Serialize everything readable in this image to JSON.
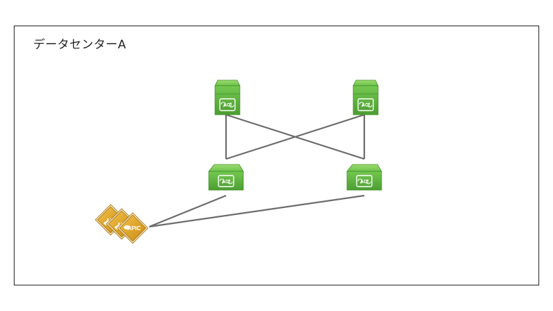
{
  "diagram": {
    "title": "データセンターA",
    "spine_icon_label": "ACI",
    "leaf_icon_label": "ACI",
    "controller_labels": [
      "APIC",
      "APIC",
      "APIC"
    ],
    "colors": {
      "link": "#6b6b6b",
      "switch_green": "#6cc24a",
      "switch_green_dark": "#3f8f2a",
      "controller_gold": "#e0a526",
      "controller_gold_dark": "#9a6b10"
    },
    "nodes": [
      {
        "id": "spine-1",
        "kind": "spine",
        "icon": "aci-spine-switch-icon"
      },
      {
        "id": "spine-2",
        "kind": "spine",
        "icon": "aci-spine-switch-icon"
      },
      {
        "id": "leaf-1",
        "kind": "leaf",
        "icon": "aci-leaf-switch-icon"
      },
      {
        "id": "leaf-2",
        "kind": "leaf",
        "icon": "aci-leaf-switch-icon"
      },
      {
        "id": "apic-cluster",
        "kind": "controller",
        "icon": "apic-controller-icon"
      }
    ],
    "links": [
      {
        "from": "spine-1",
        "to": "leaf-1"
      },
      {
        "from": "spine-1",
        "to": "leaf-2"
      },
      {
        "from": "spine-2",
        "to": "leaf-1"
      },
      {
        "from": "spine-2",
        "to": "leaf-2"
      },
      {
        "from": "apic-cluster",
        "to": "leaf-1"
      },
      {
        "from": "apic-cluster",
        "to": "leaf-2"
      }
    ]
  }
}
